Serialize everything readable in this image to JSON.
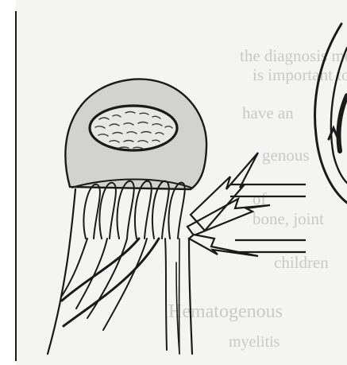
{
  "background_text": {
    "lines": [
      "the diagnosis more quickly",
      "is important to",
      "have an",
      "genous",
      "of",
      "bone, joint",
      "children"
    ],
    "heading": "Hematogenous",
    "subheading": "myelitis"
  },
  "colors": {
    "ink": "#1a1a1a",
    "paper": "#f4f4f2",
    "faded_text": "#c9c9c6",
    "cartilage_shade": "#d2d2d0"
  },
  "icons": [
    "lightning-arrow-icon"
  ]
}
